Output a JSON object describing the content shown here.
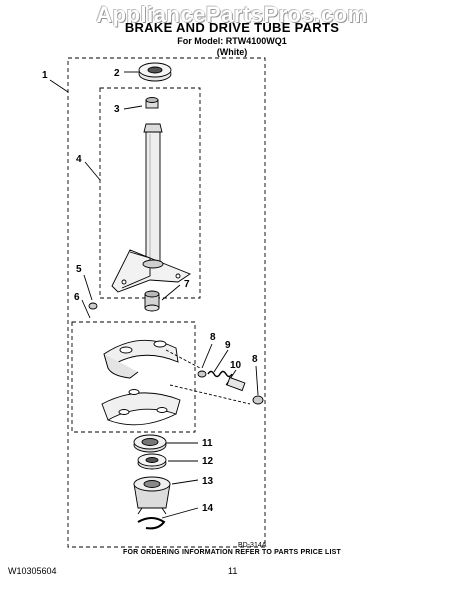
{
  "watermark": "AppliancePartsPros.com",
  "header": {
    "title": "BRAKE AND DRIVE TUBE PARTS",
    "model_line": "For Model: RTW4100WQ1",
    "variant": "(White)"
  },
  "callouts": [
    "1",
    "2",
    "3",
    "4",
    "5",
    "6",
    "7",
    "8",
    "9",
    "10",
    "8",
    "11",
    "12",
    "13",
    "14"
  ],
  "drawing_code": "BD-314A",
  "footer": {
    "note": "FOR ORDERING INFORMATION REFER TO PARTS PRICE LIST",
    "doc_id": "W10305604",
    "page": "11"
  }
}
